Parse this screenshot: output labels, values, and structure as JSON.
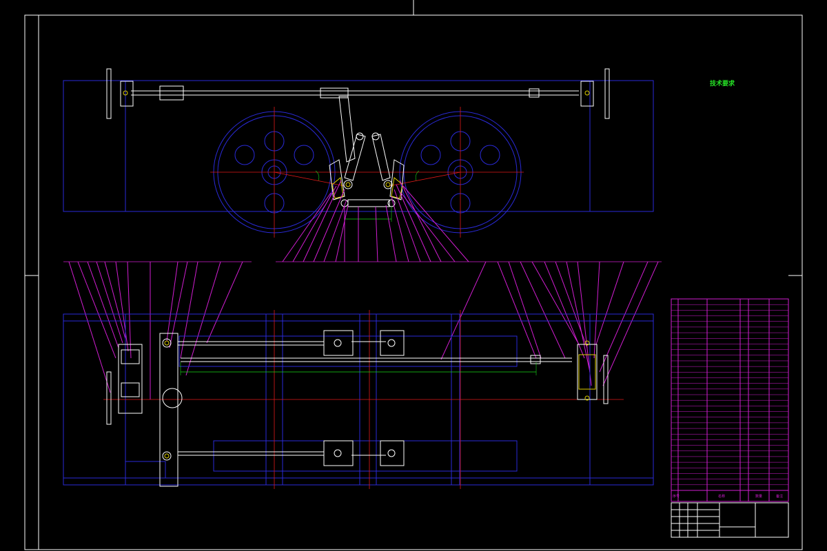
{
  "colors": {
    "background": "#000000",
    "frame": "#ffffff",
    "outline": "#2a2ad8",
    "centerline": "#e01818",
    "leader": "#d21ed2",
    "dimension": "#18d818",
    "highlight": "#e0d000"
  },
  "drawing": {
    "tech_title": "技术要求",
    "notes": [
      "",
      "",
      ""
    ],
    "top_view": {
      "dim_label": ""
    },
    "bottom_view": {
      "dim_label": ""
    },
    "parts_table": {
      "header": [
        "序号",
        "",
        "名称",
        "",
        "数量",
        "备注"
      ]
    },
    "title_block": {
      "drawing_name": ""
    }
  }
}
